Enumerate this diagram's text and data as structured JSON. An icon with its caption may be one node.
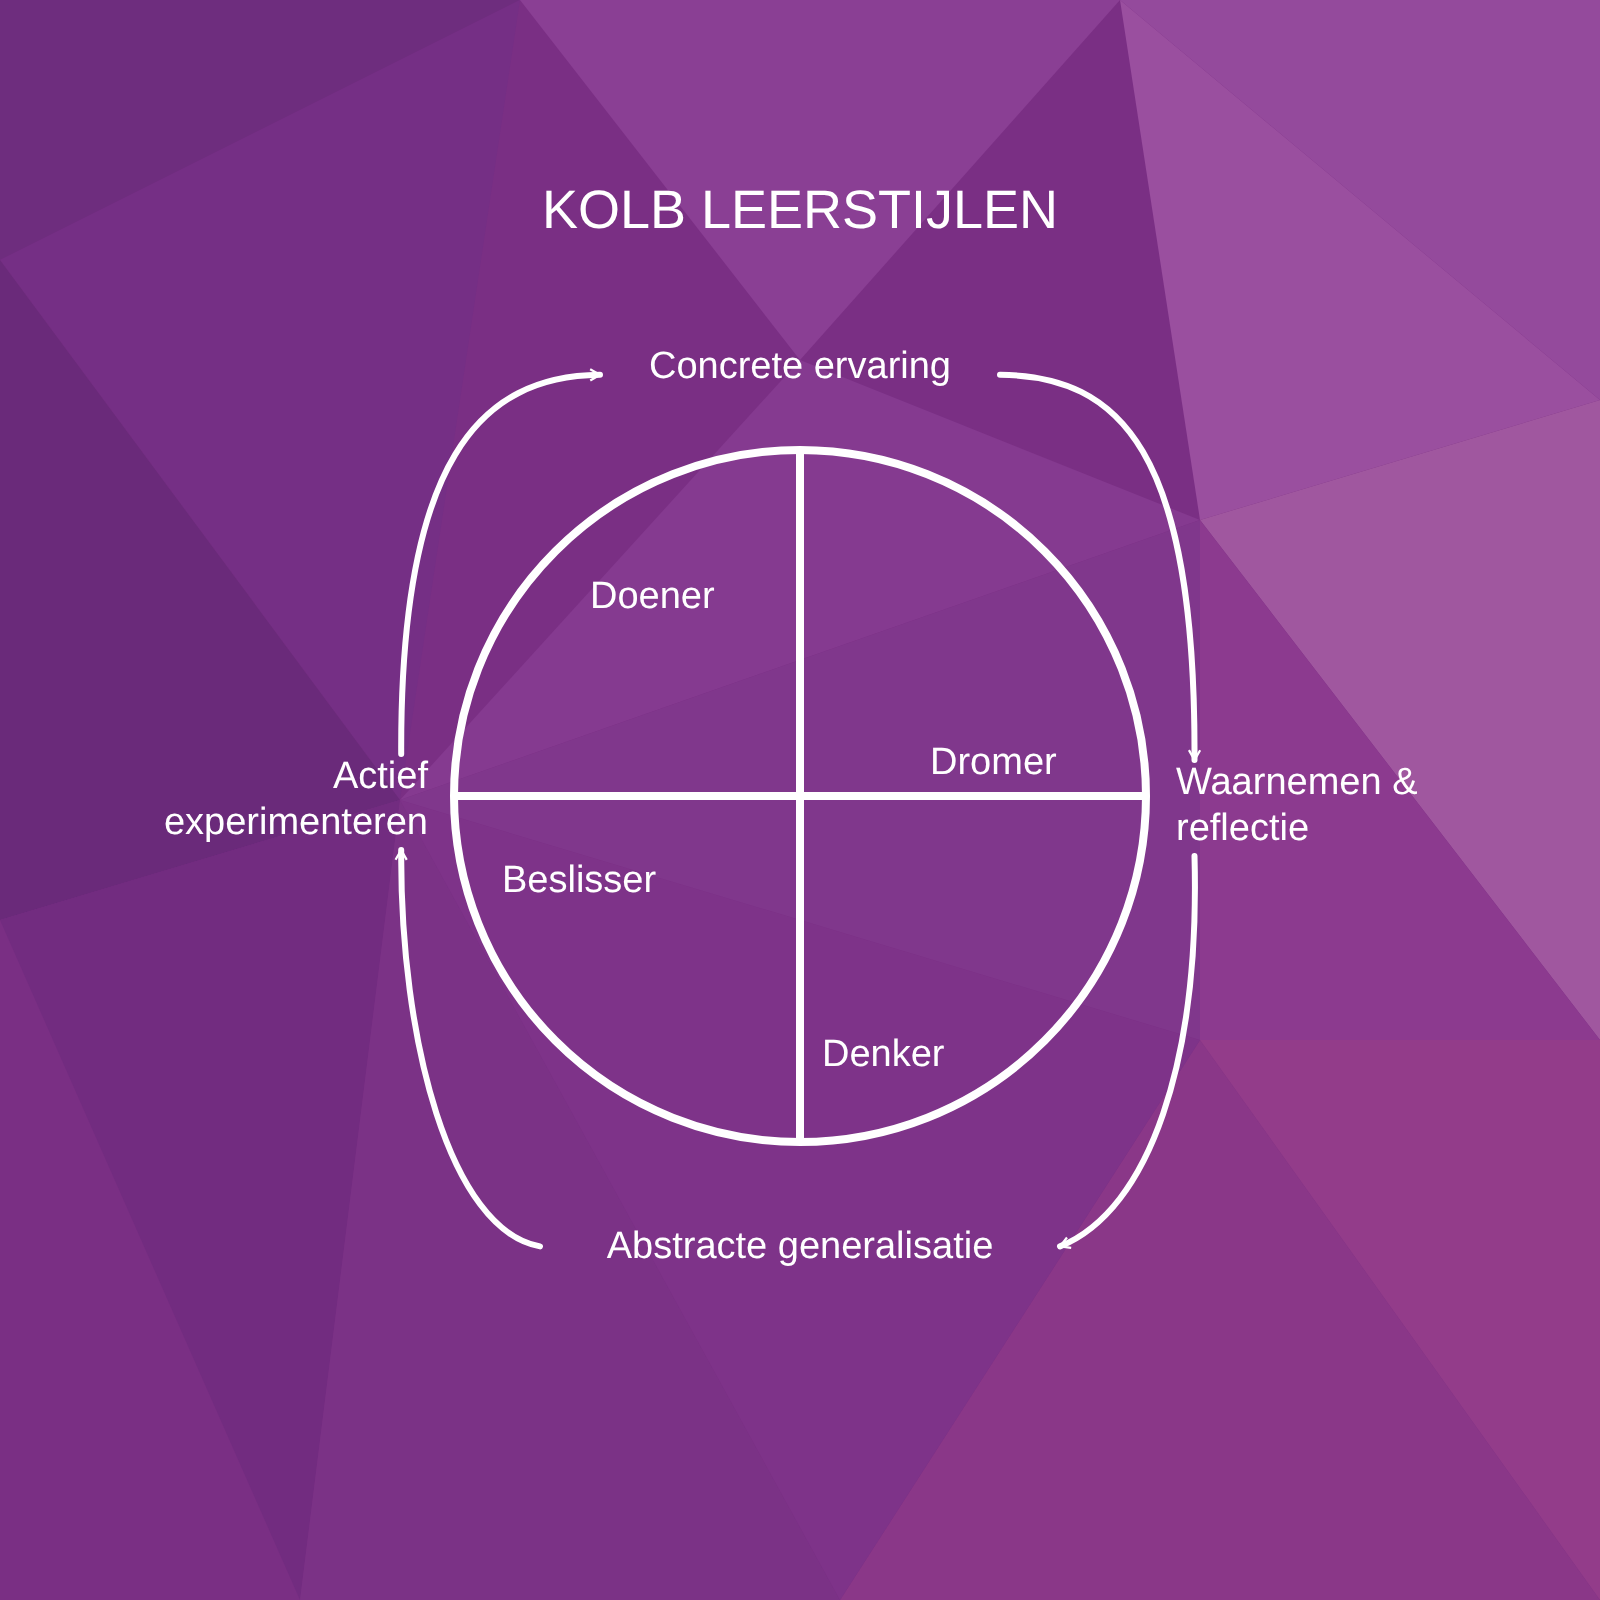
{
  "diagram": {
    "title": "KOLB LEERSTIJLEN",
    "nodes": [
      {
        "text": [
          "Doener",
          "Dromer",
          "Beslisser",
          "Denker"
        ]
      },
      {
        "text": [
          "Concrete ervaring"
        ]
      },
      {
        "text": [
          "Waarnemen & reflectie"
        ]
      },
      {
        "text": [
          "Abstracte generalisatie"
        ]
      },
      {
        "text": [
          "Actief experimenteren"
        ]
      }
    ],
    "edges": [
      {
        "from": 4,
        "to": 1,
        "arrow": "to"
      },
      {
        "from": 1,
        "to": 2,
        "arrow": "to"
      },
      {
        "from": 2,
        "to": 3,
        "arrow": "to"
      },
      {
        "from": 3,
        "to": 4,
        "arrow": "to"
      }
    ]
  }
}
